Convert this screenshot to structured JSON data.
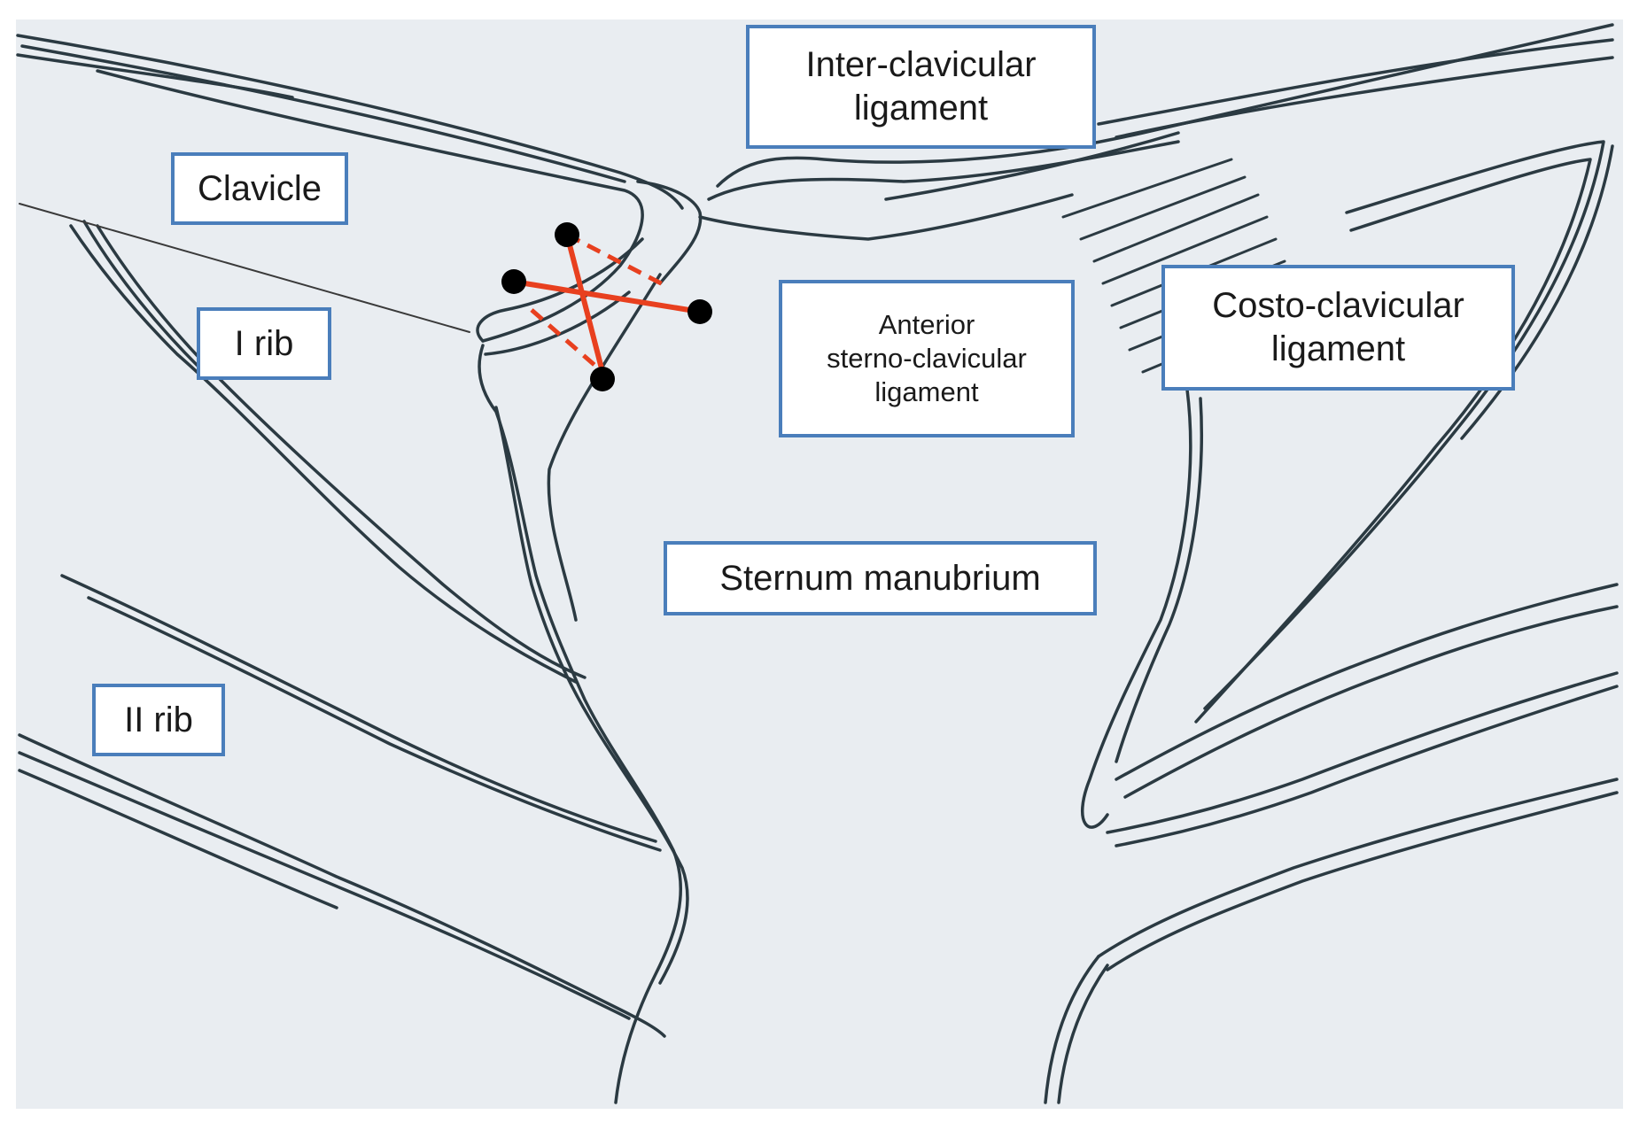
{
  "labels": {
    "clavicle": "Clavicle",
    "rib_1": "I rib",
    "rib_2": "II rib",
    "inter_clavicular_ligament": "Inter-clavicular\nligament",
    "anterior_sterno_clavicular_ligament": "Anterior\nsterno-clavicular\nligament",
    "costo_clavicular_ligament": "Costo-clavicular\nligament",
    "sternum_manubrium": "Sternum manubrium"
  },
  "colors": {
    "paper": "#e9edf1",
    "ink": "#2b3a42",
    "label_border": "#4a7ebb",
    "label_text": "#1a1a1a",
    "marker_line": "#e8401f",
    "marker_dot": "#000000"
  }
}
